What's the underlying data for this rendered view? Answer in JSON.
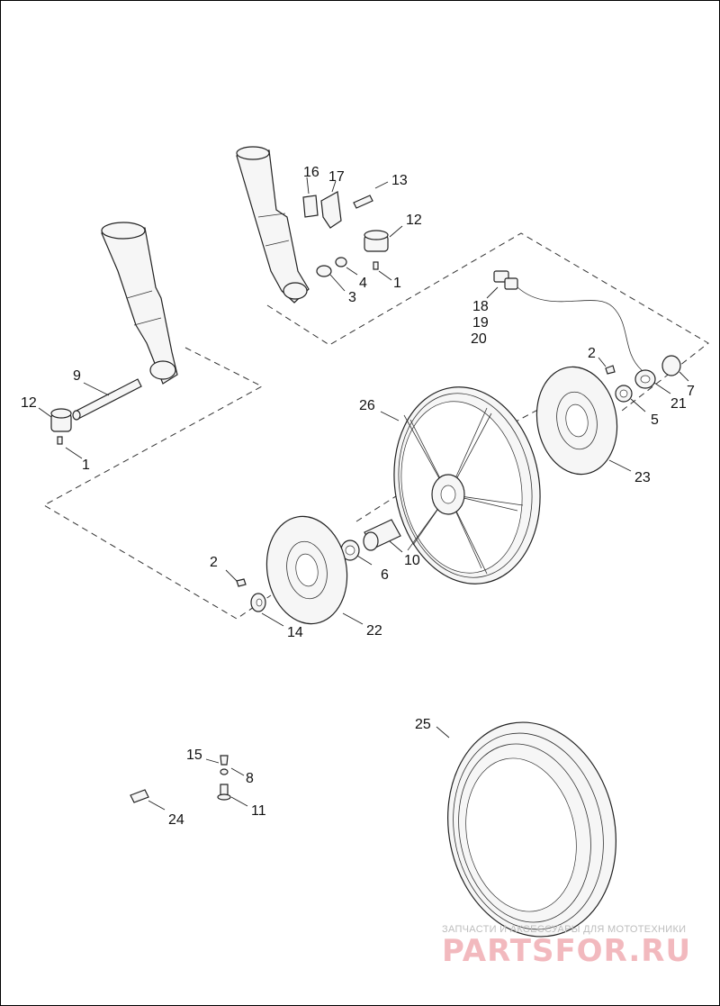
{
  "callouts": {
    "c1a": "1",
    "c1b": "1",
    "c2a": "2",
    "c2b": "2",
    "c3": "3",
    "c4": "4",
    "c5": "5",
    "c6": "6",
    "c7": "7",
    "c8": "8",
    "c9": "9",
    "c10": "10",
    "c11": "11",
    "c12a": "12",
    "c12b": "12",
    "c13": "13",
    "c14": "14",
    "c15": "15",
    "c16": "16",
    "c17": "17",
    "c18": "18",
    "c19": "19",
    "c20": "20",
    "c21": "21",
    "c22": "22",
    "c23": "23",
    "c24": "24",
    "c25": "25",
    "c26": "26"
  },
  "watermark": {
    "tagline": "ЗАПЧАСТИ И АКСЕССУАРЫ ДЛЯ МОТОТЕХНИКИ",
    "logo": "PARTSFOR.RU"
  },
  "colors": {
    "line": "#222222",
    "watermark_logo": "#f2b9be",
    "watermark_text": "#bdbdbd"
  }
}
